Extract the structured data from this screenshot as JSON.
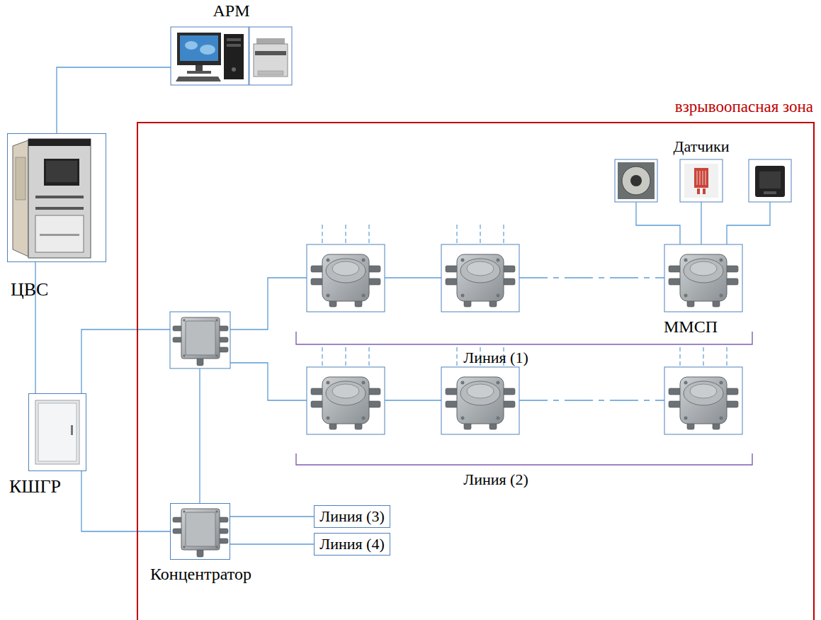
{
  "diagram": {
    "nodes": [
      {
        "text": [
          "АРМ"
        ]
      },
      {
        "text": [
          "ЦВС"
        ]
      },
      {
        "text": [
          "КШГР"
        ]
      },
      {
        "text": [
          "взрывоопасная зона"
        ]
      },
      {
        "text": [
          "Концентратор"
        ],
        "in": 3
      },
      {
        "text": [
          "Линия (3)"
        ],
        "in": 3
      },
      {
        "text": [
          "Линия (4)"
        ],
        "in": 3
      }
    ],
    "edges": [
      {
        "from": 0,
        "to": 1,
        "arrow": "none"
      },
      {
        "from": 1,
        "to": 2,
        "arrow": "none"
      },
      {
        "from": 2,
        "to": 4,
        "arrow": "none"
      },
      {
        "from": 4,
        "to": 5,
        "arrow": "none"
      },
      {
        "from": 4,
        "to": 6,
        "arrow": "none"
      }
    ],
    "labels": [
      "Датчики",
      "ММСП",
      "Линия (1)",
      "Линия (2)"
    ]
  }
}
